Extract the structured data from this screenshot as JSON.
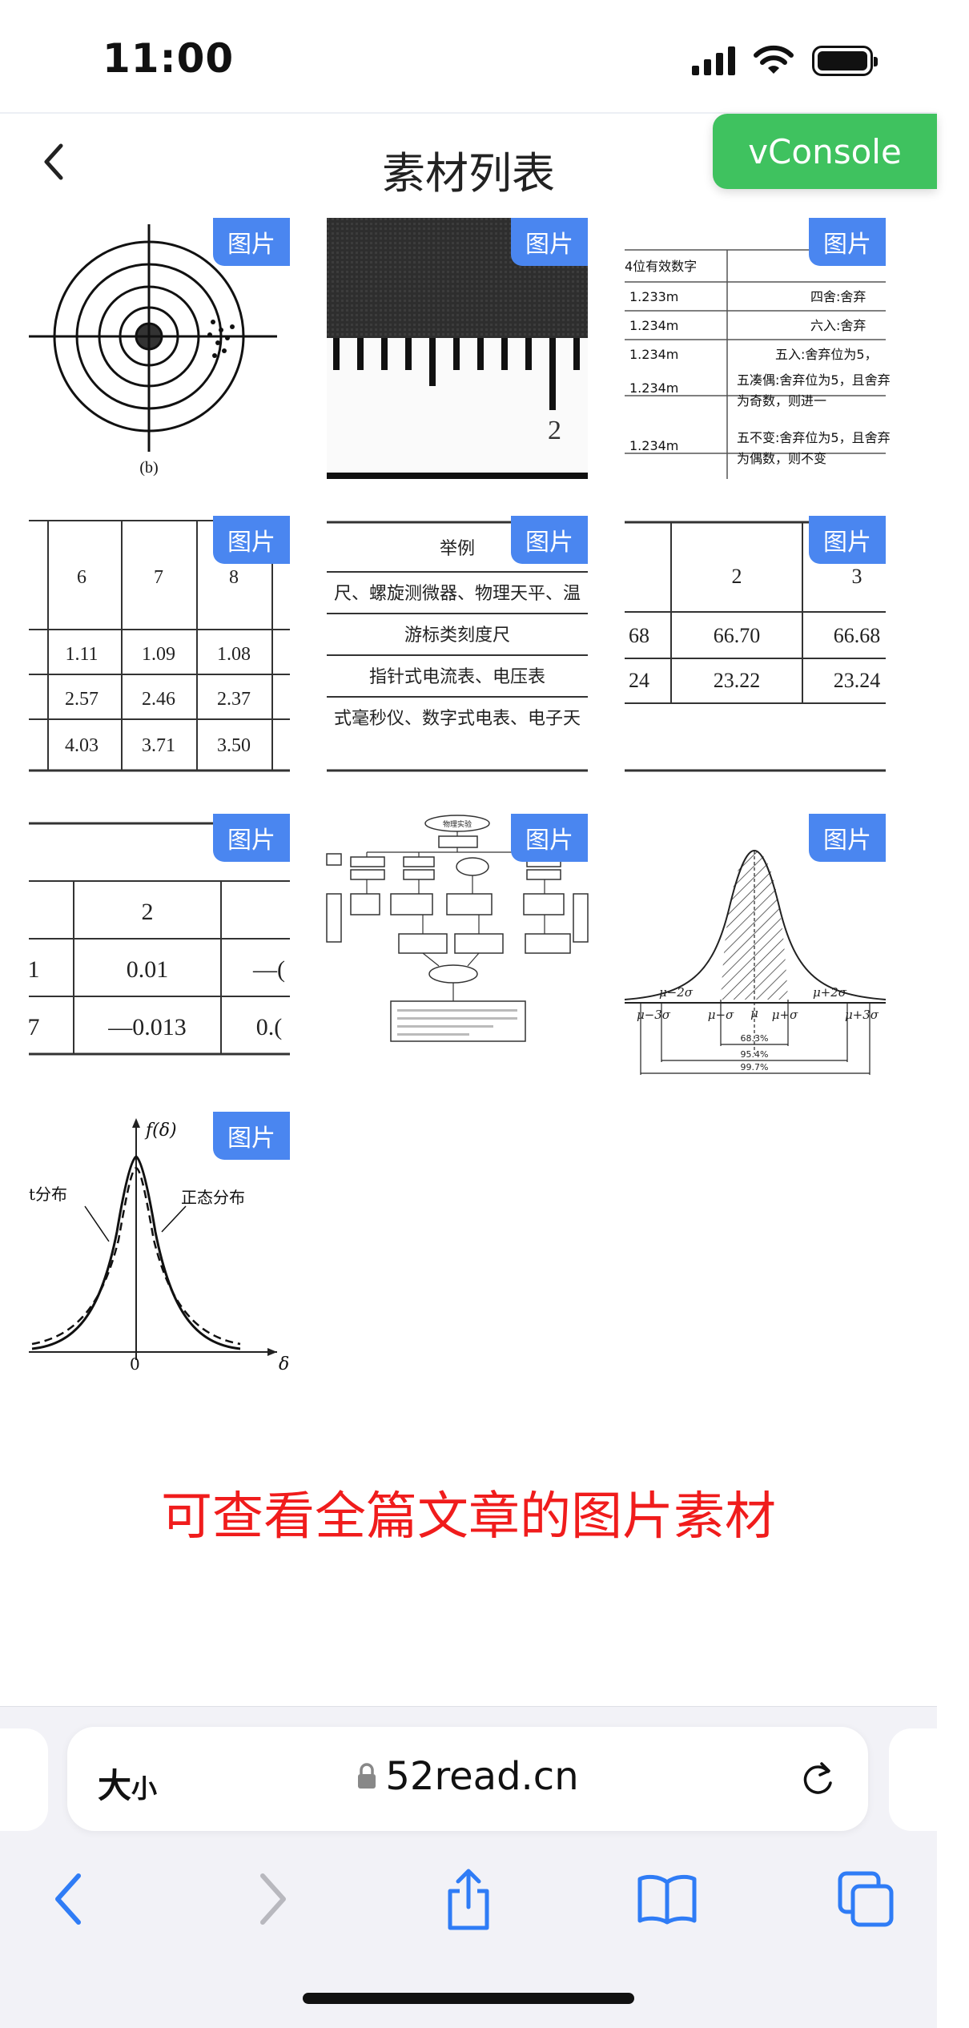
{
  "status_bar": {
    "time": "11:00"
  },
  "header": {
    "title": "素材列表",
    "vconsole": "vConsole"
  },
  "badge_label": "图片",
  "tiles": {
    "t3": {
      "header": "4位有效数字",
      "rows": [
        [
          "1.233m",
          "四舍:舍弃"
        ],
        [
          "1.234m",
          "六入:舍弃"
        ],
        [
          "1.234m",
          "五入:舍弃位为5，"
        ],
        [
          "1.234m",
          "五凑偶:舍弃位为5，且舍弃",
          "为奇数，则进一"
        ],
        [
          "1.234m",
          "五不变:舍弃位为5，且舍弃",
          "为偶数，则不变"
        ]
      ]
    },
    "t4": {
      "headers": [
        "6",
        "7",
        "8"
      ],
      "rows": [
        [
          "1.11",
          "1.09",
          "1.08"
        ],
        [
          "2.57",
          "2.46",
          "2.37"
        ],
        [
          "4.03",
          "3.71",
          "3.50"
        ]
      ]
    },
    "t5": {
      "header": "举例",
      "rows": [
        "尺、螺旋测微器、物理天平、温",
        "游标类刻度尺",
        "指针式电流表、电压表",
        "式毫秒仪、数字式电表、电子天"
      ]
    },
    "t6": {
      "headers": [
        "2",
        "3"
      ],
      "rows": [
        [
          "68",
          "66.70",
          "66.68"
        ],
        [
          "24",
          "23.22",
          "23.24"
        ]
      ]
    },
    "t7": {
      "header": "2",
      "rows": [
        [
          "1",
          "0.01",
          "—("
        ],
        [
          "7",
          "—0.013",
          "0.("
        ]
      ]
    },
    "t9": {
      "labels": [
        "μ−2σ",
        "μ+2σ",
        "μ−3σ",
        "μ−σ",
        "μ",
        "μ+σ",
        "μ+3σ",
        "68.3%",
        "95.4%",
        "99.7%"
      ]
    },
    "t10": {
      "ylabel": "f(δ)",
      "xlabel": "δ",
      "origin": "0",
      "left_label": "t分布",
      "right_label": "正态分布"
    },
    "t2": {
      "tick_label": "2"
    },
    "t1": {
      "caption": "(b)"
    },
    "t8": {
      "top_label": "物理实验"
    }
  },
  "caption": "可查看全篇文章的图片素材",
  "browser": {
    "text_size": "大",
    "text_size_small": "小",
    "url": "52read.cn"
  },
  "colors": {
    "badge": "#4a86f0",
    "vconsole": "#3fc25f",
    "caption": "#f01c1c",
    "ios_blue": "#2f7cf6"
  },
  "icons": [
    "back-chevron-icon",
    "lock-icon",
    "reload-icon",
    "share-icon",
    "bookmarks-icon",
    "tabs-icon"
  ]
}
